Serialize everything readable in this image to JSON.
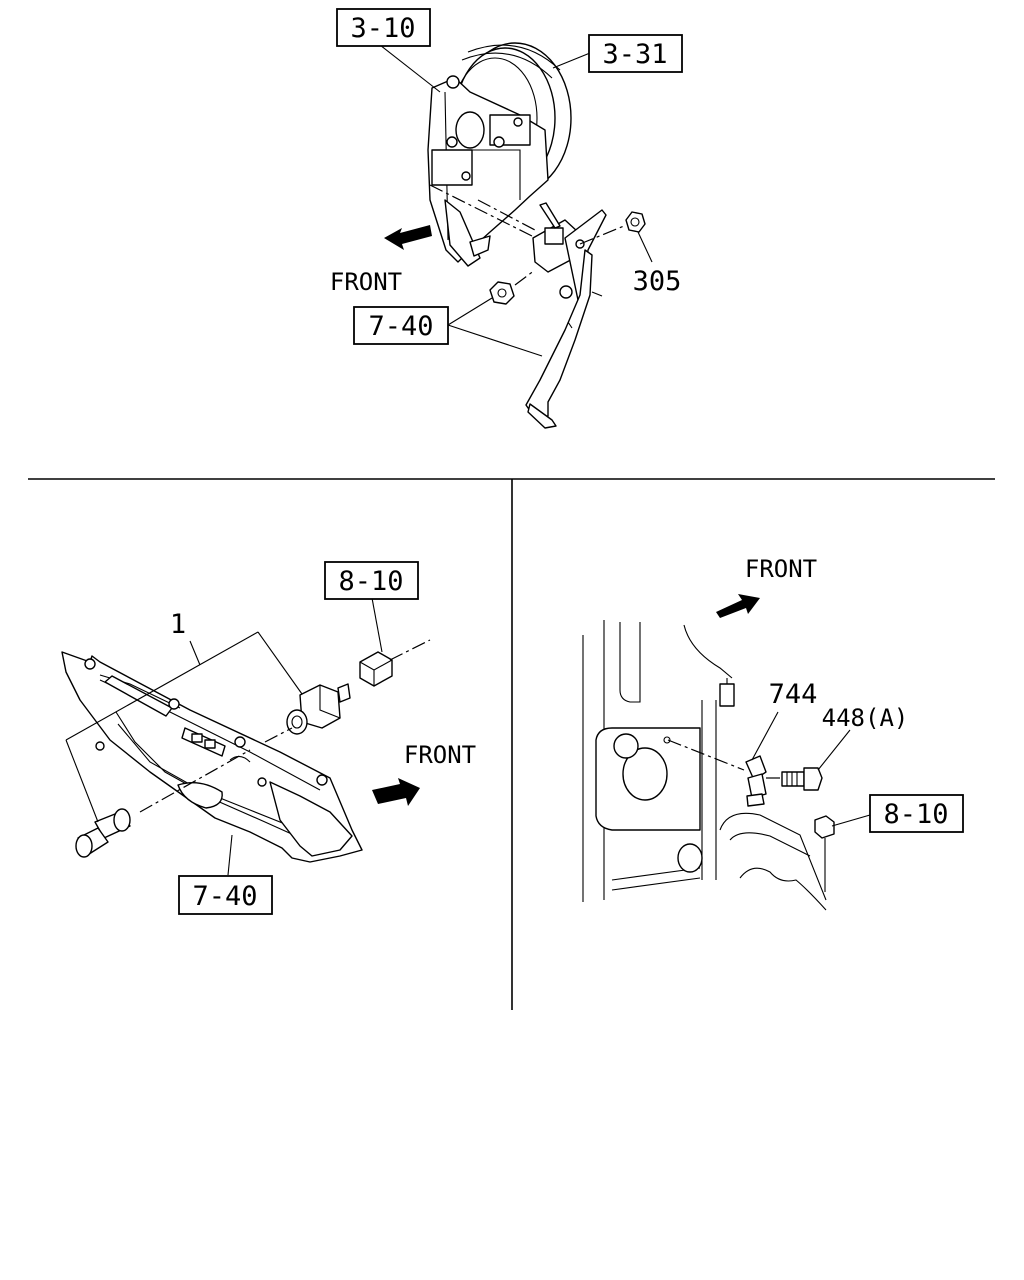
{
  "labels": {
    "top_ref_a": "3-10",
    "top_ref_b": "3-31",
    "top_front": "FRONT",
    "top_part_305": "305",
    "top_ref_c": "7-40",
    "left_ref_a": "8-10",
    "left_part_1": "1",
    "left_front": "FRONT",
    "left_ref_b": "7-40",
    "right_front": "FRONT",
    "right_part_744": "744",
    "right_part_448": "448(A)",
    "right_ref_a": "8-10"
  },
  "colors": {
    "line": "#000000",
    "background": "#ffffff"
  },
  "icons": {
    "direction_arrow": "front-arrow-icon"
  }
}
